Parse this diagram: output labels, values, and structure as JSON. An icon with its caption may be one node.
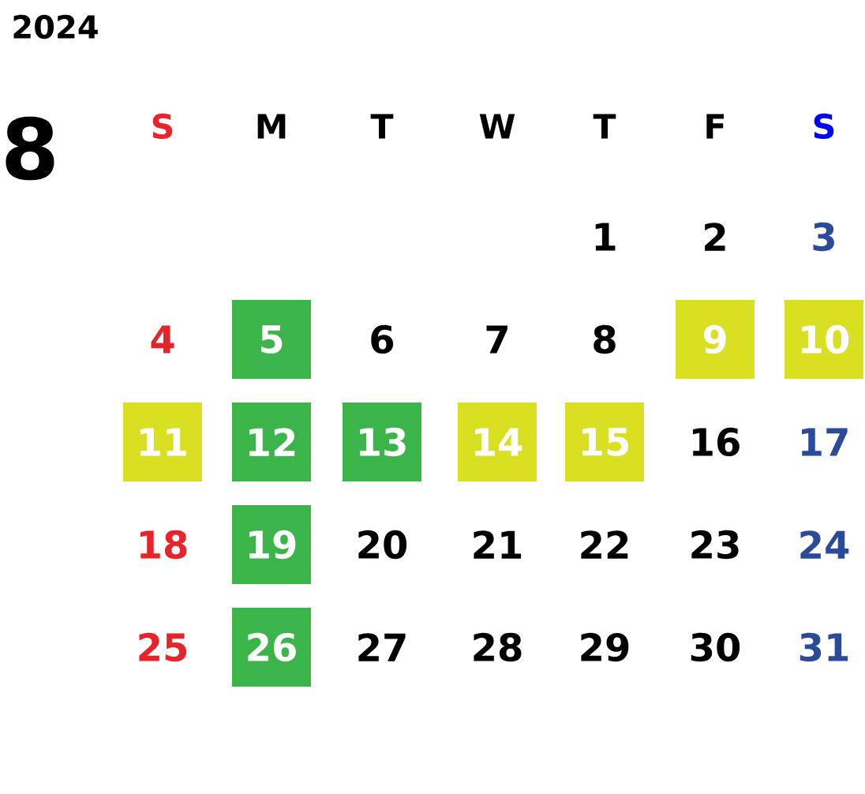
{
  "diagram": {
    "nodes": [
      {
        "text": [
          "5"
        ]
      },
      {
        "text": [
          "9"
        ]
      },
      {
        "text": [
          "10"
        ]
      },
      {
        "text": [
          "11"
        ]
      },
      {
        "text": [
          "12"
        ]
      },
      {
        "text": [
          "13"
        ]
      },
      {
        "text": [
          "14"
        ]
      },
      {
        "text": [
          "15"
        ]
      },
      {
        "text": [
          "19"
        ]
      },
      {
        "text": [
          "26"
        ]
      }
    ],
    "labels": [
      "2024",
      "8",
      "S",
      "M",
      "T",
      "W",
      "T",
      "F",
      "S",
      "1",
      "2",
      "3",
      "4",
      "6",
      "7",
      "8",
      "16",
      "17",
      "18",
      "20",
      "21",
      "22",
      "23",
      "24",
      "25",
      "27",
      "28",
      "29",
      "30",
      "31"
    ]
  }
}
